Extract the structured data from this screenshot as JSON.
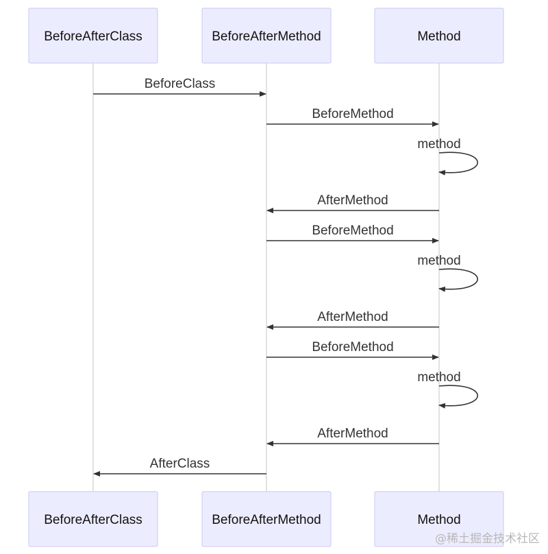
{
  "diagram": {
    "type": "sequence",
    "participants": [
      {
        "id": "bac",
        "label": "BeforeAfterClass"
      },
      {
        "id": "bam",
        "label": "BeforeAfterMethod"
      },
      {
        "id": "m",
        "label": "Method"
      }
    ],
    "messages": [
      {
        "from": "bac",
        "to": "bam",
        "label": "BeforeClass"
      },
      {
        "from": "bam",
        "to": "m",
        "label": "BeforeMethod"
      },
      {
        "from": "m",
        "to": "m",
        "label": "method"
      },
      {
        "from": "m",
        "to": "bam",
        "label": "AfterMethod"
      },
      {
        "from": "bam",
        "to": "m",
        "label": "BeforeMethod"
      },
      {
        "from": "m",
        "to": "m",
        "label": "method"
      },
      {
        "from": "m",
        "to": "bam",
        "label": "AfterMethod"
      },
      {
        "from": "bam",
        "to": "m",
        "label": "BeforeMethod"
      },
      {
        "from": "m",
        "to": "m",
        "label": "method"
      },
      {
        "from": "m",
        "to": "bam",
        "label": "AfterMethod"
      },
      {
        "from": "bam",
        "to": "bac",
        "label": "AfterClass"
      }
    ]
  },
  "watermark": "@稀土掘金技术社区"
}
